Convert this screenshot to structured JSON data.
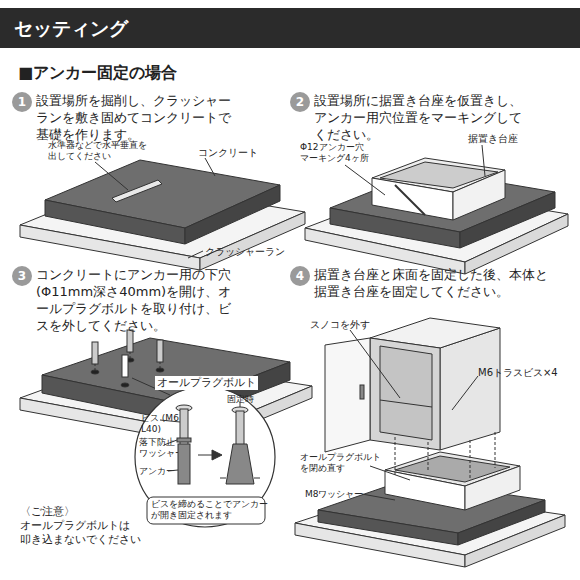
{
  "diagram": {
    "title": "セッティング",
    "nodes": [
      {
        "text": [
          "1"
        ]
      },
      {
        "text": [
          "2"
        ]
      },
      {
        "text": [
          "3"
        ]
      },
      {
        "text": [
          "4"
        ]
      },
      {
        "text": [
          "オールプラグボルト",
          "ビス (M6 L40)",
          "落下防止 ワッシャー",
          "アンカー",
          "固定時",
          "ビスを締めることでアンカー が開き固定されます"
        ]
      }
    ],
    "labels": [
      "■アンカー固定の場合",
      "設置場所を掘削し、クラッシャーランを敷き固めてコンクリートで基礎を作ります。",
      "水準器などで水平垂直を 出してください",
      "コンクリート",
      "クラッシャーラン",
      "設置場所に据置き台座を仮置きし、アンカー用穴位置をマーキングしてください。",
      "Φ12アンカー穴 マーキング4ヶ所",
      "据置き台座",
      "コンクリートにアンカー用の下穴(Φ11mm深さ40mm)を開け、オールプラグボルトを取り付け、ビスを外してください。",
      "〈ご注意〉 オールプラグボルトは 叩き込まないでください",
      "据置き台座と床面を固定した後、本体と据置き台座を固定してください。",
      "スノコを外す",
      "M6トラスビス×4",
      "オールプラグボルト を閉め直す",
      "M8ワッシャー"
    ]
  }
}
